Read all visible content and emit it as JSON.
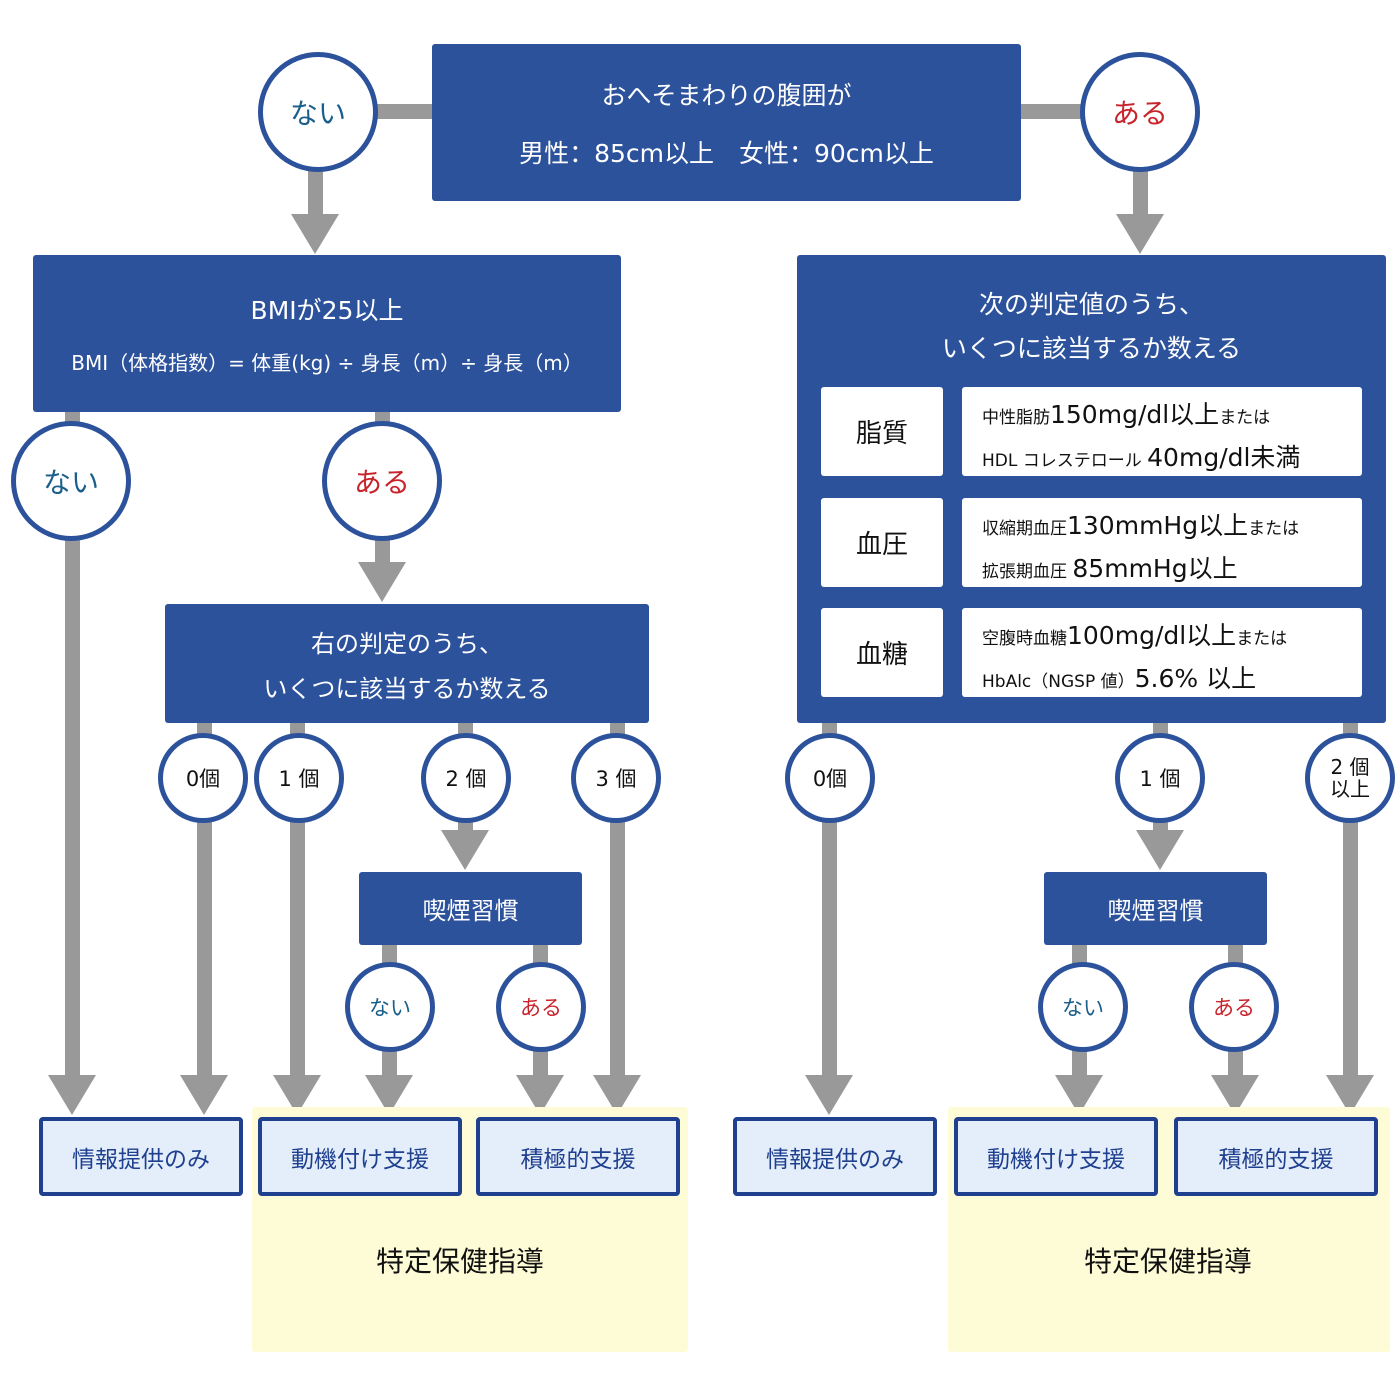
{
  "top_question": {
    "line1": "おへそまわりの腹囲が",
    "line2": "男性：85cm以上　女性：90cm以上"
  },
  "answers": {
    "no": "ない",
    "yes": "ある"
  },
  "bmi_box": {
    "line1": "BMIが25以上",
    "line2": "BMI（体格指数）= 体重(kg) ÷ 身長（m）÷ 身長（m）"
  },
  "left_count_box": {
    "line1": "右の判定のうち、",
    "line2": "いくつに該当するか数える"
  },
  "left_counts": [
    "0個",
    "1 個",
    "2 個",
    "3 個"
  ],
  "right_count_box": {
    "line1": "次の判定値のうち、",
    "line2": "いくつに該当するか数える",
    "criteria": [
      {
        "label": "脂質",
        "row1_small": "中性脂肪",
        "row1_large": "150mg/dl以上",
        "row1_suffix": "または",
        "row2_small": "HDL コレステロール ",
        "row2_large": "40mg/dl未満",
        "row2_suffix": ""
      },
      {
        "label": "血圧",
        "row1_small": "収縮期血圧",
        "row1_large": "130mmHg以上",
        "row1_suffix": "または",
        "row2_small": "拡張期血圧 ",
        "row2_large": "85mmHg以上",
        "row2_suffix": ""
      },
      {
        "label": "血糖",
        "row1_small": "空腹時血糖",
        "row1_large": "100mg/dl以上",
        "row1_suffix": "または",
        "row2_small": "HbAlc（NGSP 値）",
        "row2_large": "5.6% 以上",
        "row2_suffix": ""
      }
    ]
  },
  "right_counts": [
    "0個",
    "1 個",
    "2 個",
    "以上"
  ],
  "smoking_label": "喫煙習慣",
  "outcomes": {
    "info_only": "情報提供のみ",
    "motivation": "動機付け支援",
    "active": "積極的支援"
  },
  "specific_guidance": "特定保健指導",
  "colors": {
    "box_blue": "#2d529c",
    "connector_gray": "#999999",
    "no_text": "#1a5f8c",
    "yes_text": "#c8242c",
    "outcome_fill": "#e3eefa",
    "guidance_fill": "#fefcd6"
  }
}
